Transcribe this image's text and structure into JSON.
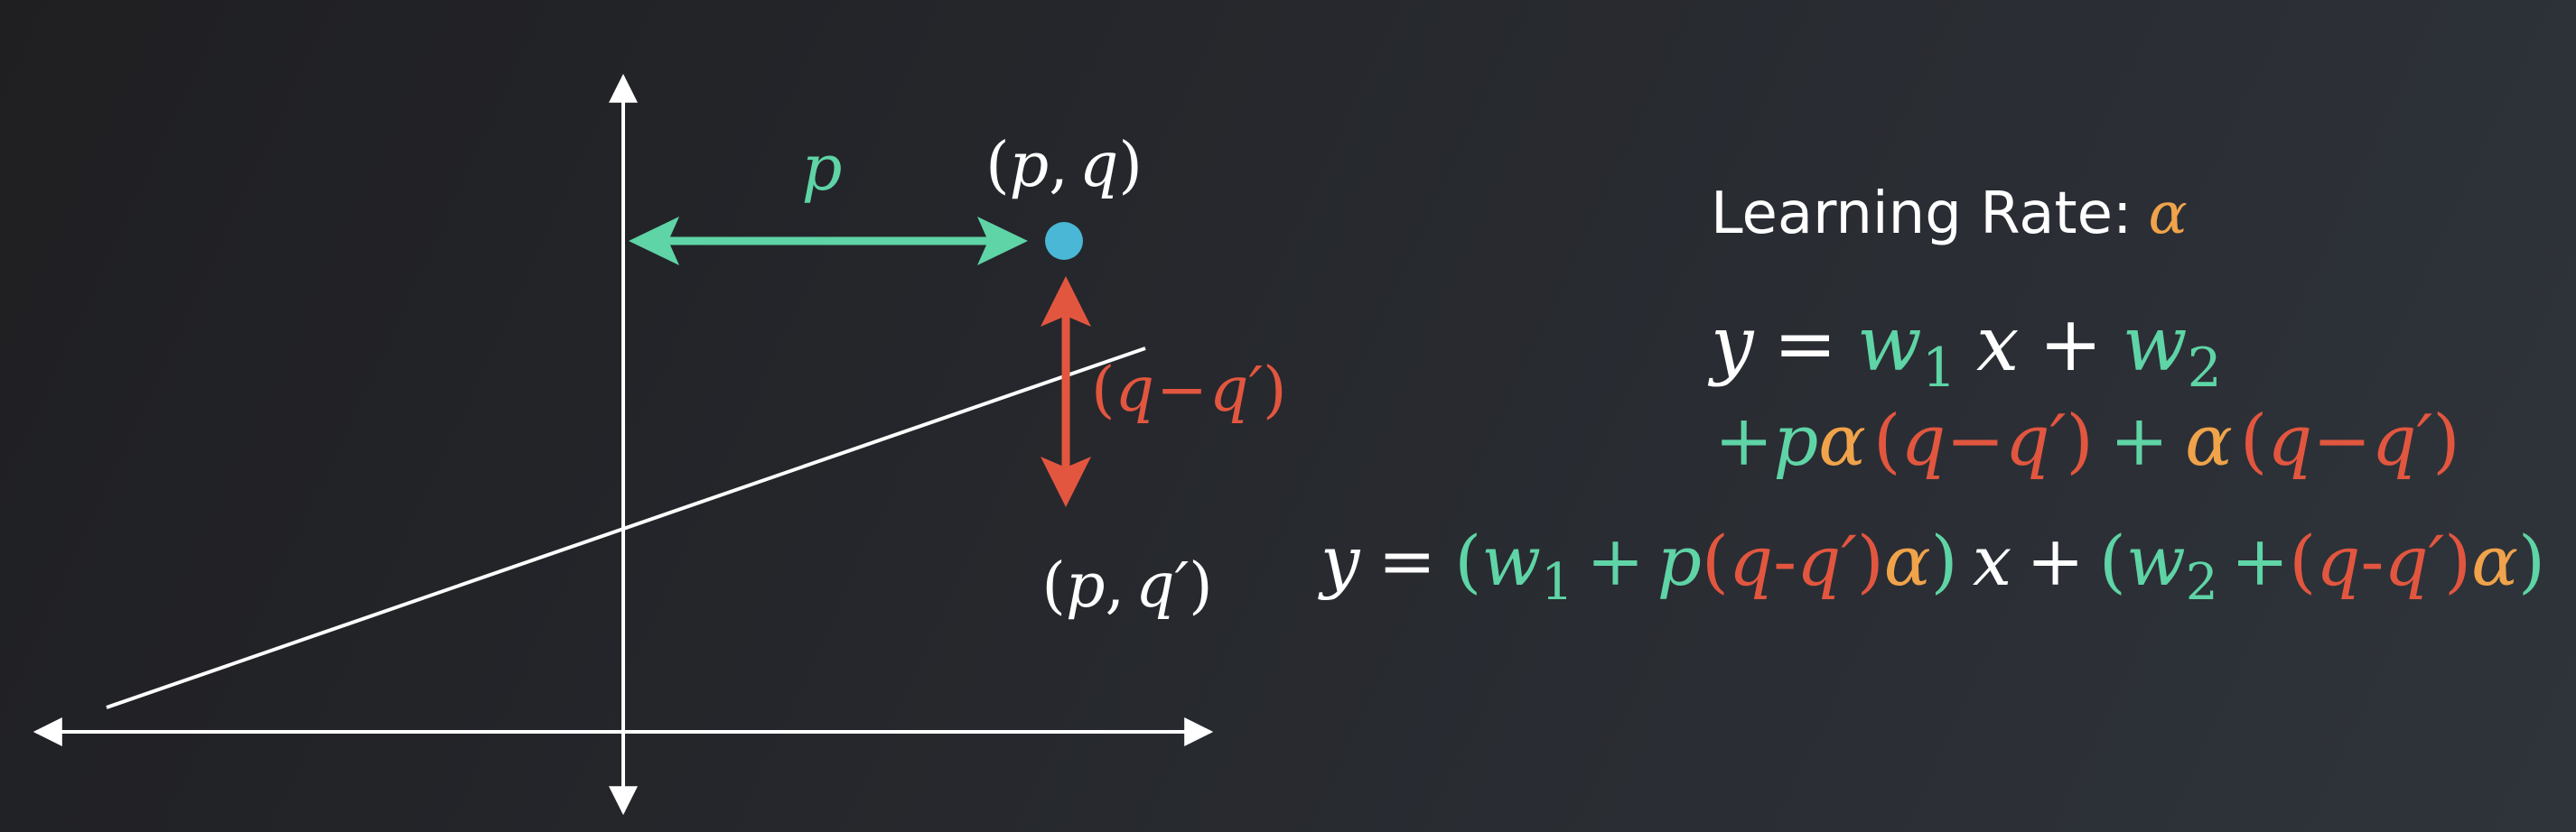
{
  "colors": {
    "background_dark": "#1f1f22",
    "background_light": "#2f343b",
    "white": "#ffffff",
    "teal": "#5fd4a6",
    "orange": "#f0a34a",
    "red": "#e2563f",
    "point_blue": "#4bb7d6"
  },
  "graph": {
    "p_label": "p",
    "point_label": {
      "open": "(",
      "p": "p",
      "comma": ",",
      "q": "q",
      "close": ")"
    },
    "diff_label": {
      "open": "(",
      "q": "q",
      "minus": "−",
      "qprime": "q′",
      "close": ")"
    },
    "projected_label": {
      "open": "(",
      "p": "p",
      "comma": ",",
      "qprime": "q′",
      "close": ")"
    }
  },
  "learning_rate": {
    "label": "Learning Rate:",
    "symbol": "α"
  },
  "equation1": {
    "y": "y",
    "eq": "=",
    "w": "w",
    "sub1": "1",
    "x": "x",
    "plus": "+",
    "sub2": "2"
  },
  "equation2": {
    "plus": "+",
    "p": "p",
    "alpha": "α",
    "open": "(",
    "q": "q",
    "minus": "−",
    "qprime": "q′",
    "close": ")"
  },
  "equation3": {
    "y": "y",
    "eq": "=",
    "open": "(",
    "w": "w",
    "sub1": "1",
    "plus": "+",
    "p": "p",
    "q": "q",
    "dash": "-",
    "qprime": "q′",
    "close": ")",
    "alpha": "α",
    "x": "x",
    "sub2": "2"
  }
}
